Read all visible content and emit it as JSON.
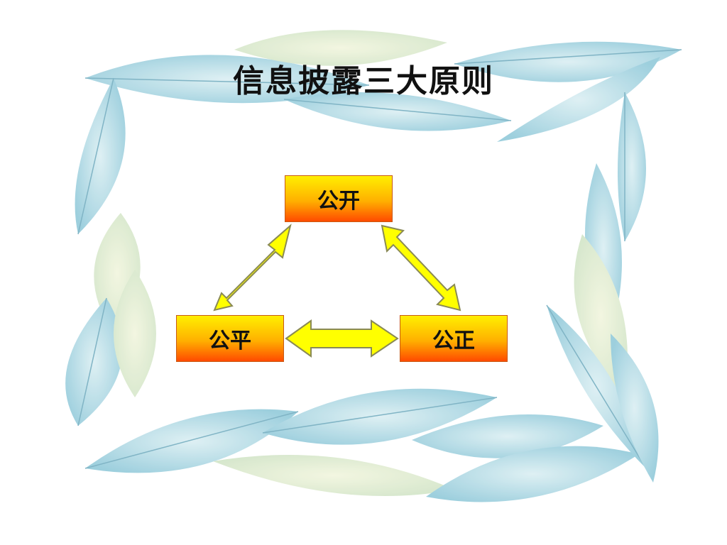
{
  "title": "信息披露三大原则",
  "colors": {
    "node_top": "#ffef00",
    "node_bottom": "#ff4a00",
    "arrow_fill": "#ffff00",
    "arrow_stroke": "#8a8a55",
    "leaf_tint": "#a9d6e2",
    "leaf_vein": "#6aa7bb"
  },
  "diagram": {
    "nodes": {
      "top": "公开",
      "left": "公平",
      "right": "公正"
    },
    "arrows": [
      "top-left",
      "top-right",
      "left-right"
    ]
  }
}
